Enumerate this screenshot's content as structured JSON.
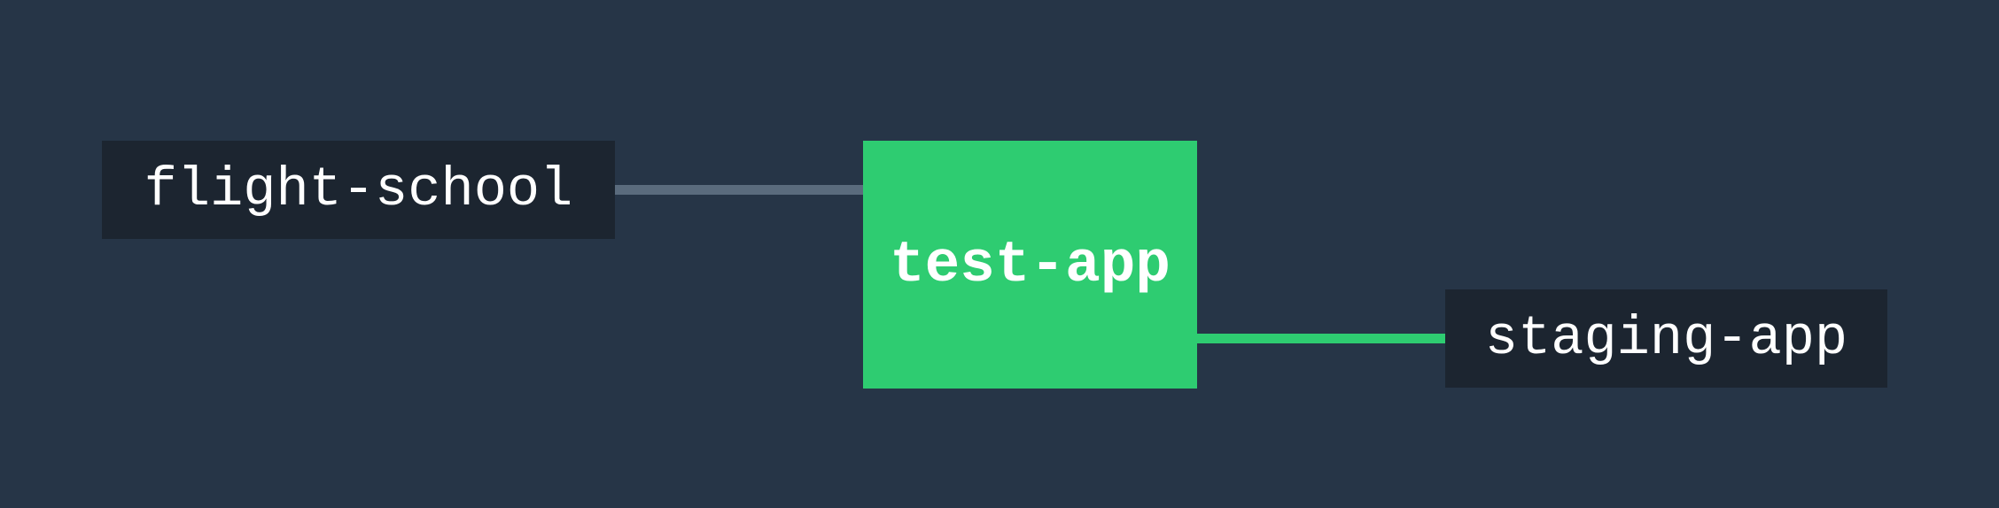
{
  "colors": {
    "background": "#263547",
    "node_dark": "#1c2530",
    "node_active": "#2ecc71",
    "edge_inactive": "#5a6b7d",
    "edge_active": "#2ecc71",
    "text": "#ffffff"
  },
  "nodes": {
    "flight_school": {
      "label": "flight-school"
    },
    "test_app": {
      "label": "test-app"
    },
    "staging_app": {
      "label": "staging-app"
    }
  }
}
